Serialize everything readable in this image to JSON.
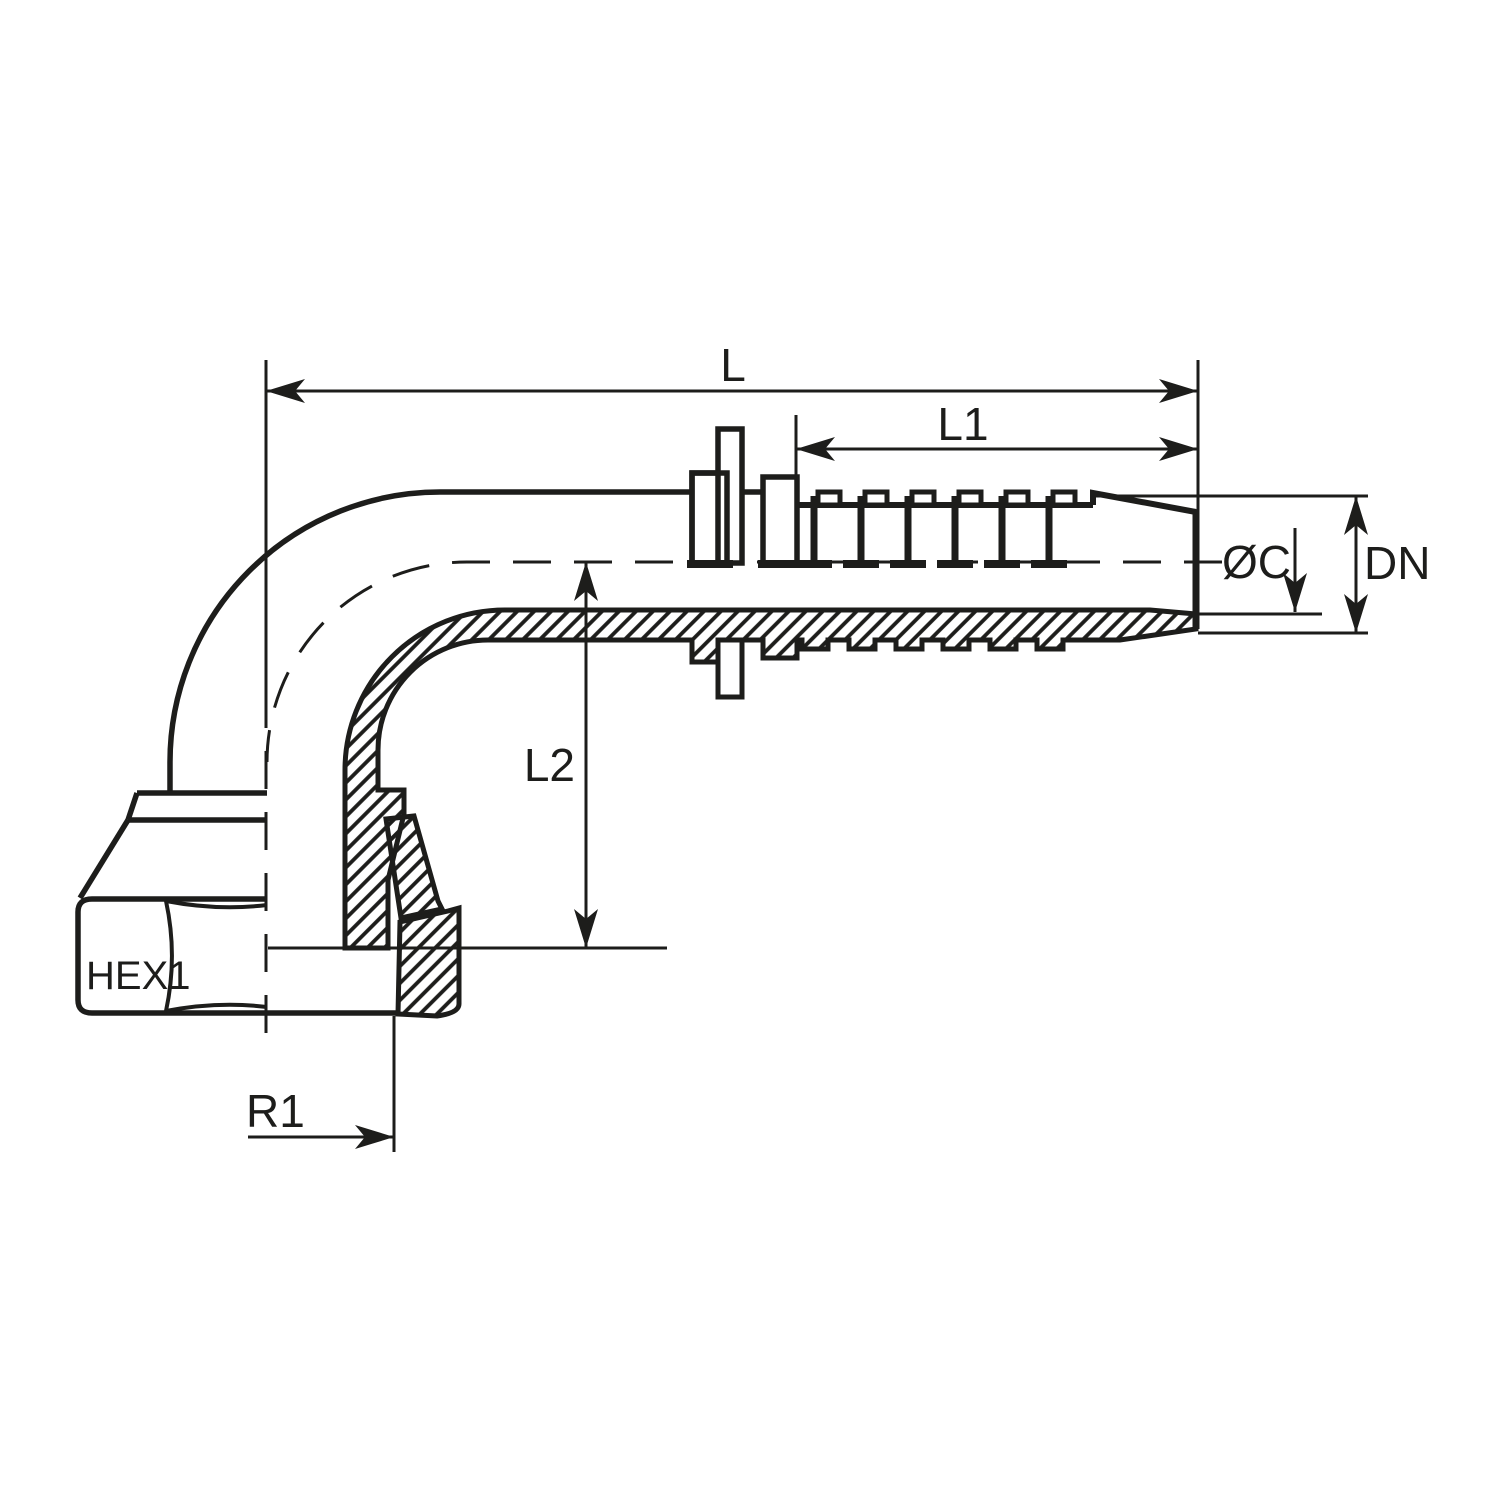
{
  "colors": {
    "ink": "#1d1d1b",
    "background": "#ffffff"
  },
  "diagram": {
    "labels": {
      "overall_length": "L",
      "tail_length": "L1",
      "drop_height": "L2",
      "tip_diameter": "ØC",
      "nominal_bore": "DN",
      "hex_size": "HEX1",
      "bend_radius": "R1"
    }
  }
}
